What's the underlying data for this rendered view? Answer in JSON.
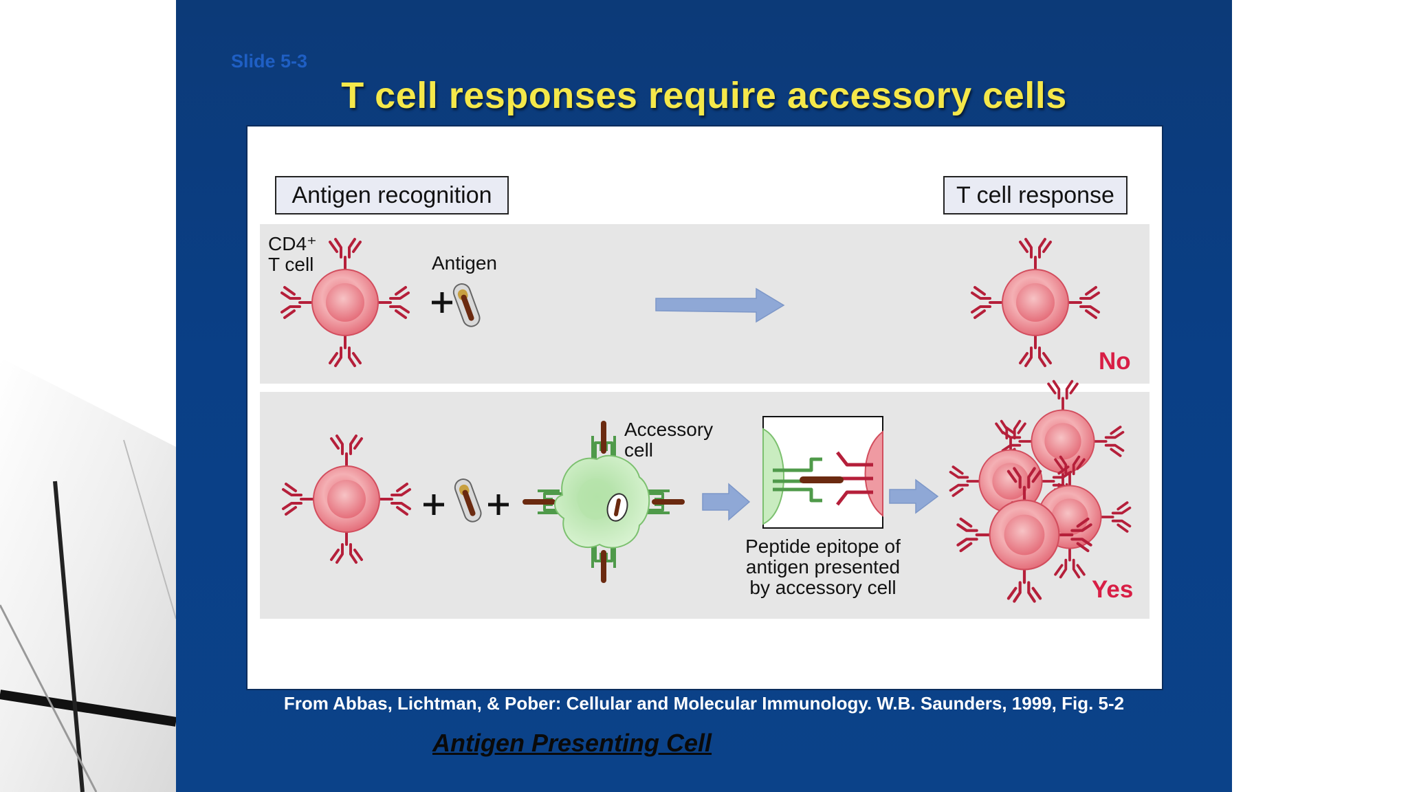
{
  "slide": {
    "number_label": "Slide 5-3",
    "title": "T cell responses require accessory cells",
    "citation": "From Abbas, Lichtman, & Pober: Cellular and Molecular Immunology. W.B. Saunders, 1999, Fig. 5-2",
    "footer_link": "Antigen Presenting Cell"
  },
  "figure": {
    "header_left": "Antigen recognition",
    "header_right": "T cell response",
    "row1": {
      "cell_label_line1": "CD4⁺",
      "cell_label_line2": "T cell",
      "antigen_label": "Antigen",
      "plus": "+",
      "result": "No"
    },
    "row2": {
      "plus1": "+",
      "plus2": "+",
      "accessory_line1": "Accessory",
      "accessory_line2": "cell",
      "caption_line1": "Peptide epitope of",
      "caption_line2": "antigen presented",
      "caption_line3": "by accessory cell",
      "result": "Yes"
    }
  },
  "colors": {
    "slide_bg": "#0b3f86",
    "title": "#f5e84a",
    "cell_body": "#f2a6aa",
    "receptor": "#b51f3a",
    "accessory_cell": "#c9ecc0",
    "arrow": "#8fa8d6",
    "verdict": "#d81e45"
  }
}
